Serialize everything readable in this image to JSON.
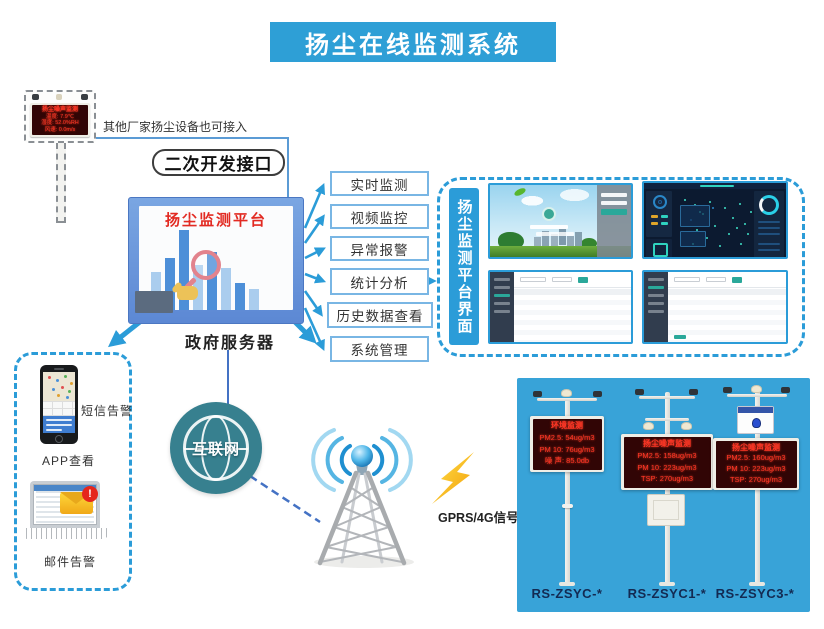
{
  "header": {
    "title": "扬尘在线监测系统"
  },
  "access": {
    "note": "其他厂家扬尘设备也可接入",
    "api_label": "二次开发接口"
  },
  "other_device": {
    "led_title": "扬尘噪声监测",
    "led_lines": [
      "温度: 7.9℃",
      "湿度: 52.0%RH",
      "风速: 0.0m/s"
    ]
  },
  "platform": {
    "screen_title": "扬尘监测平台",
    "server_label": "政府服务器"
  },
  "modules": [
    "实时监测",
    "视频监控",
    "异常报警",
    "统计分析",
    "历史数据查看",
    "系统管理"
  ],
  "interface_panel": {
    "label": "扬尘监测平台界面"
  },
  "alerts": {
    "sms_label": "短信告警",
    "app_label": "APP查看",
    "email_label": "邮件告警",
    "email_badge": "!"
  },
  "network": {
    "internet_label": "互联网",
    "signal_label": "GPRS/4G信号"
  },
  "stations": [
    {
      "model": "RS-ZSYC-*",
      "led_title": "环境监测",
      "led_lines": [
        "PM2.5: 54ug/m3",
        "PM 10: 76ug/m3",
        "噪 声: 85.0db"
      ]
    },
    {
      "model": "RS-ZSYC1-*",
      "led_title": "扬尘噪声监测",
      "led_lines": [
        "PM2.5: 158ug/m3",
        "PM 10: 223ug/m3",
        "TSP: 270ug/m3"
      ]
    },
    {
      "model": "RS-ZSYC3-*",
      "led_title": "扬尘噪声监测",
      "led_lines": [
        "PM2.5: 160ug/m3",
        "PM 10: 223ug/m3",
        "TSP: 270ug/m3"
      ]
    }
  ],
  "colors": {
    "accent_blue": "#2b9cd8",
    "banner_blue": "#2e9fd6",
    "station_box_blue": "#38a3d8",
    "led_red": "#ff3526",
    "teal": "#37808f"
  }
}
